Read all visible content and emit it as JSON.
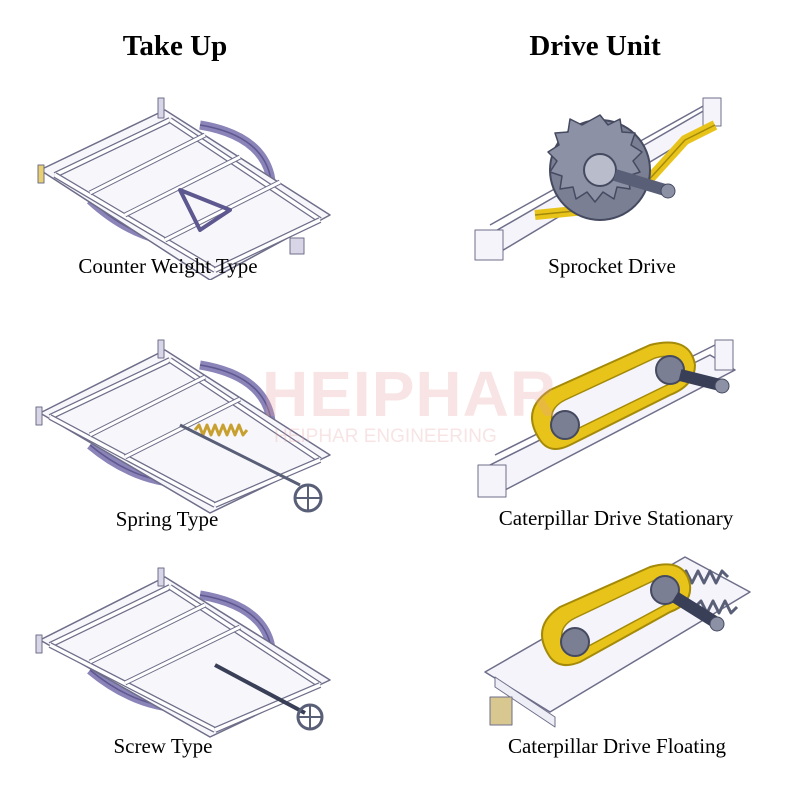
{
  "headers": {
    "left": "Take Up",
    "right": "Drive Unit"
  },
  "take_up": [
    {
      "caption": "Counter Weight Type"
    },
    {
      "caption": "Spring Type"
    },
    {
      "caption": "Screw Type"
    }
  ],
  "drive_unit": [
    {
      "caption": "Sprocket Drive"
    },
    {
      "caption": "Caterpillar Drive Stationary"
    },
    {
      "caption": "Caterpillar Drive Floating"
    }
  ],
  "watermark": {
    "main": "HEIPHAR",
    "sub": "HEIPHAR ENGINEERING"
  },
  "colors": {
    "frame_stroke": "#6e6e8a",
    "frame_fill": "#f4f4fa",
    "curve_purple": "#8a84b8",
    "gold": "#e8c41a",
    "gold_dark": "#a48a08",
    "steel": "#5a5f78",
    "spring": "#c8a030",
    "watermark": "#e8a0a0"
  }
}
